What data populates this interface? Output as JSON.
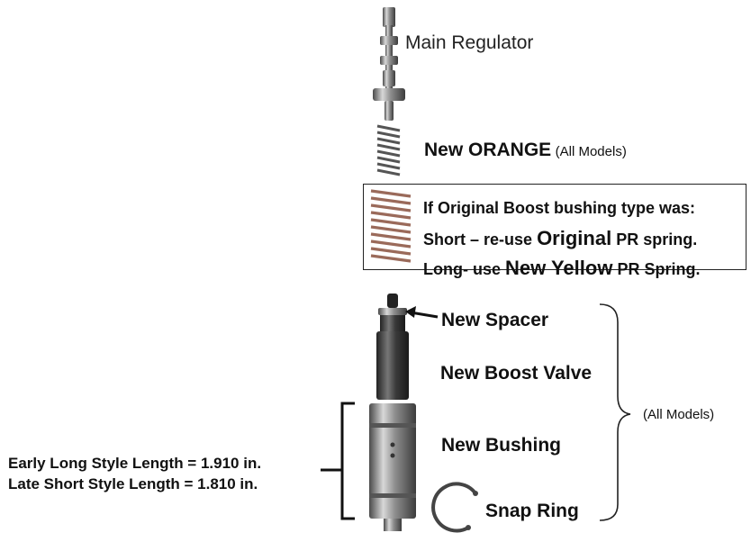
{
  "labels": {
    "main_regulator": "Main Regulator",
    "new_orange_bold": "New ORANGE",
    "new_orange_note": "(All Models)",
    "box_line1": "If Original Boost bushing type was:",
    "box_line2_a": "Short – re-use",
    "box_line2_b": "Original",
    "box_line2_c": "PR spring.",
    "box_line3_a": "Long- use",
    "box_line3_b": "New Yellow",
    "box_line3_c": "PR Spring.",
    "new_spacer": "New Spacer",
    "new_boost_valve": "New Boost Valve",
    "new_bushing": "New Bushing",
    "snap_ring": "Snap Ring",
    "all_models_bracket": "(All Models)",
    "length_early": "Early Long Style Length = 1.910 in.",
    "length_late": "Late Short Style Length =  1.810 in."
  },
  "colors": {
    "spring_orange": "#9a6a5a",
    "metal_dark": "#3a3a3a",
    "metal_light": "#b9b9b9"
  }
}
